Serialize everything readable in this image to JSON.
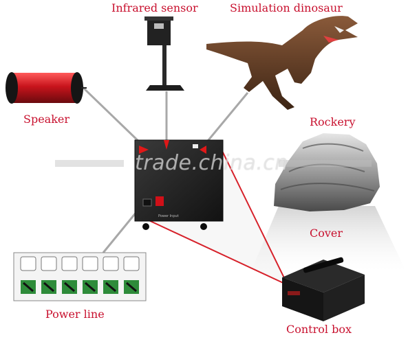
{
  "labels": {
    "infrared_sensor": "Infrared sensor",
    "simulation_dinosaur": "Simulation dinosaur",
    "speaker": "Speaker",
    "rockery": "Rockery",
    "cover": "Cover",
    "power_line": "Power line",
    "control_box": "Control box"
  },
  "watermark": "trade.china.cn",
  "device_text": "Power Input",
  "colors": {
    "label": "#c8102e",
    "connector_gray": "#a8a8a8",
    "connector_red": "#d8141e",
    "box_dark": "#1c1c1c",
    "speaker_red": "#b01018"
  }
}
